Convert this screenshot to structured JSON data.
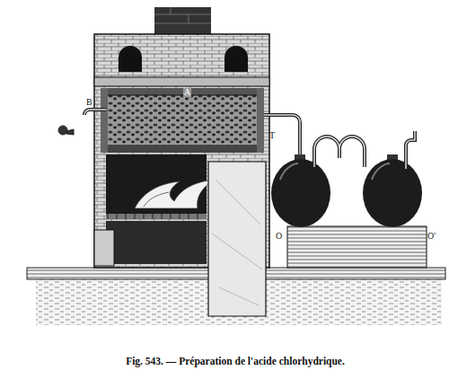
{
  "diagram": {
    "caption": "Fig. 543. — Préparation de l'acide chlorhydrique.",
    "labels": [
      "B",
      "A",
      "T",
      "O",
      "O'"
    ]
  }
}
